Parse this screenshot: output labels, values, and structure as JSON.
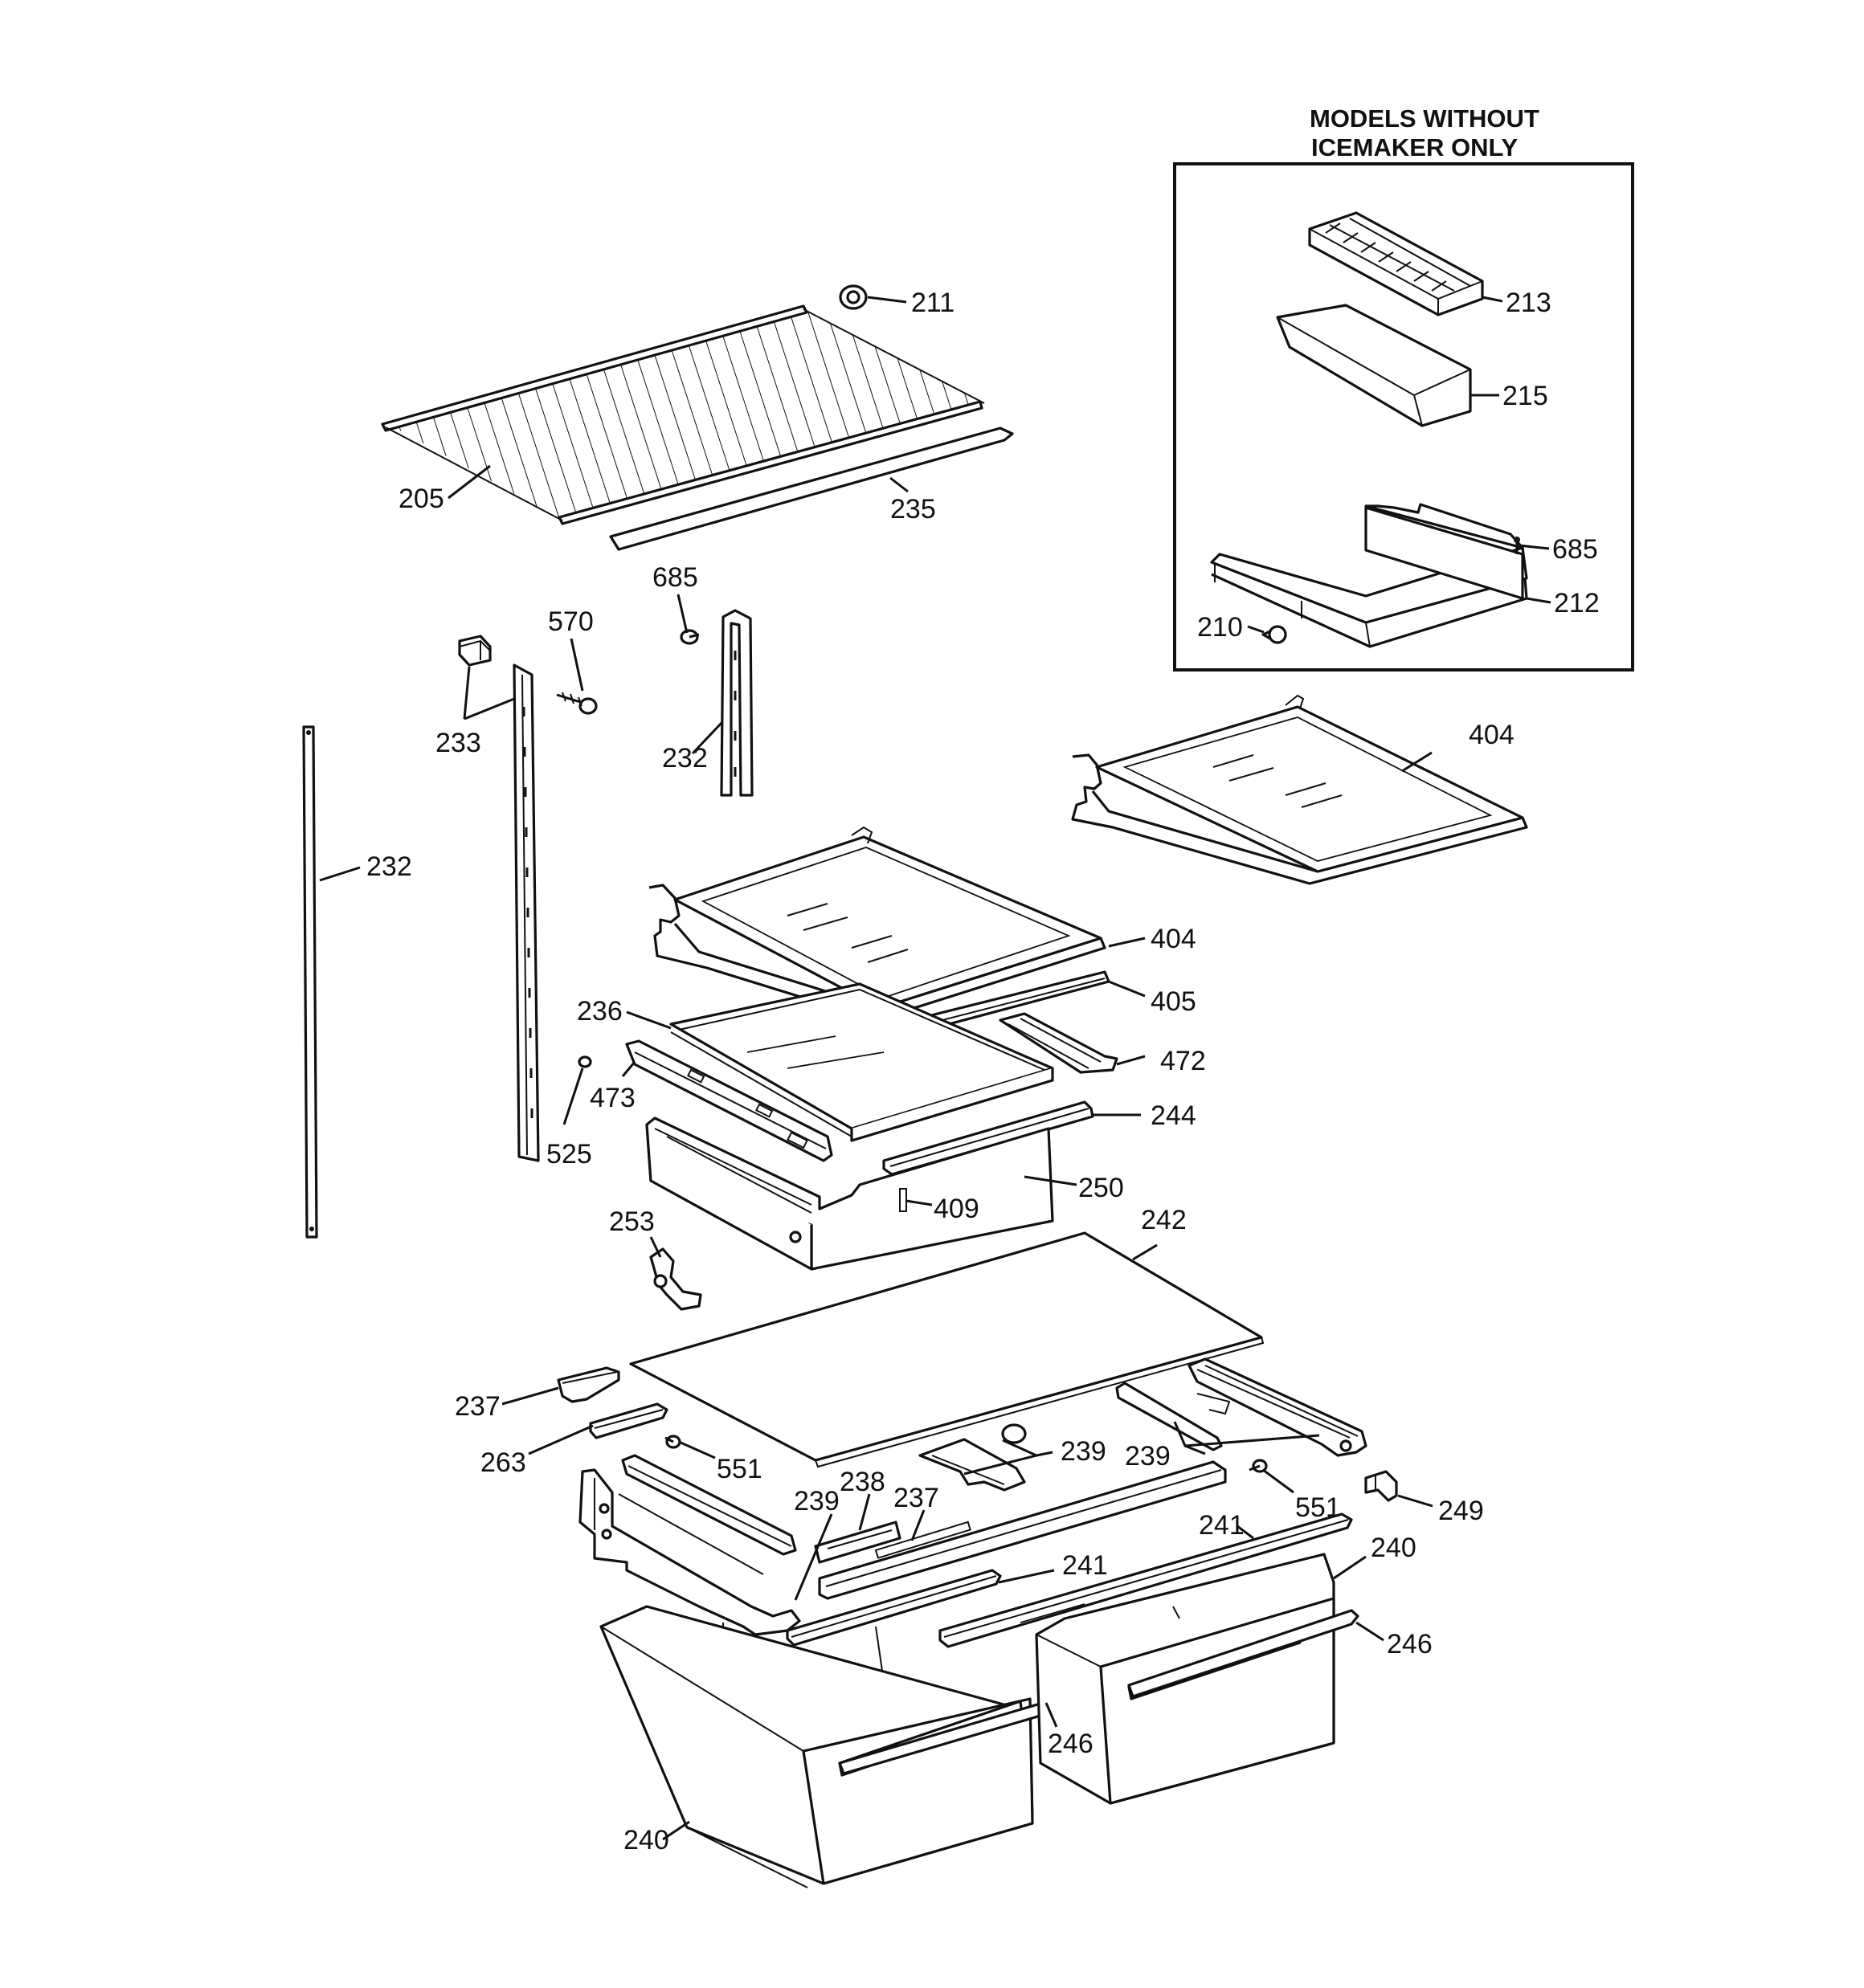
{
  "inset": {
    "title_line1": "MODELS WITHOUT",
    "title_line2": "ICEMAKER ONLY"
  },
  "callouts": {
    "c211": "211",
    "c213": "213",
    "c215": "215",
    "c685a": "685",
    "c212": "212",
    "c210": "210",
    "c205": "205",
    "c235": "235",
    "c685b": "685",
    "c570": "570",
    "c233": "233",
    "c232a": "232",
    "c232b": "232",
    "c404a": "404",
    "c404b": "404",
    "c405": "405",
    "c236": "236",
    "c472": "472",
    "c473": "473",
    "c244": "244",
    "c525": "525",
    "c250": "250",
    "c409": "409",
    "c253": "253",
    "c242": "242",
    "c237a": "237",
    "c263": "263",
    "c551a": "551",
    "c239a": "239",
    "c239b": "239",
    "c249": "249",
    "c551b": "551",
    "c238": "238",
    "c237b": "237",
    "c239c": "239",
    "c241a": "241",
    "c241b": "241",
    "c240a": "240",
    "c246a": "246",
    "c246b": "246",
    "c240b": "240"
  }
}
